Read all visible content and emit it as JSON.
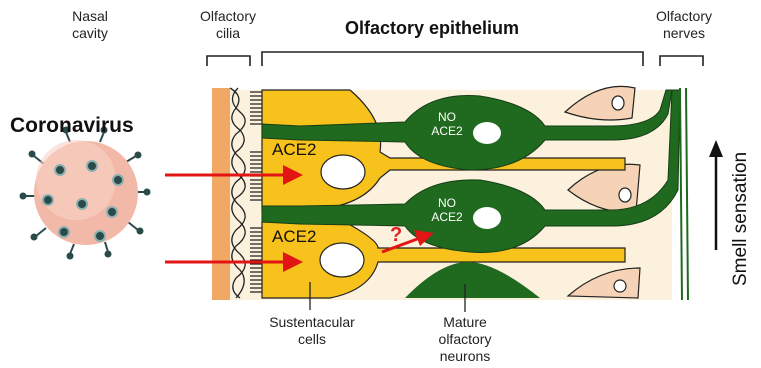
{
  "labels": {
    "nasal_cavity": [
      "Nasal",
      "cavity"
    ],
    "olfactory_cilia": [
      "Olfactory",
      "cilia"
    ],
    "olfactory_epithelium": "Olfactory epithelium",
    "olfactory_nerves": [
      "Olfactory",
      "nerves"
    ],
    "coronavirus": "Coronavirus",
    "smell_sensation": "Smell sensation",
    "ace2_top": "ACE2",
    "ace2_bottom": "ACE2",
    "no_ace2_top": [
      "NO",
      "ACE2"
    ],
    "no_ace2_bottom": [
      "NO",
      "ACE2"
    ],
    "question_mark": "?",
    "sustentacular_cells": [
      "Sustentacular",
      "cells"
    ],
    "mature_neurons": [
      "Mature",
      "olfactory",
      "neurons"
    ]
  },
  "colors": {
    "sustentacular": "#f7c21b",
    "neuron": "#1f6a1f",
    "nerve_bg": "#f6d3b6",
    "arrow_red": "#e31414",
    "virus_body": "#f2b8a8",
    "virus_spike": "#2b4a4a",
    "outline": "#222222"
  },
  "icons": [
    "coronavirus-icon",
    "red-arrow-icon",
    "smell-arrow-icon"
  ]
}
